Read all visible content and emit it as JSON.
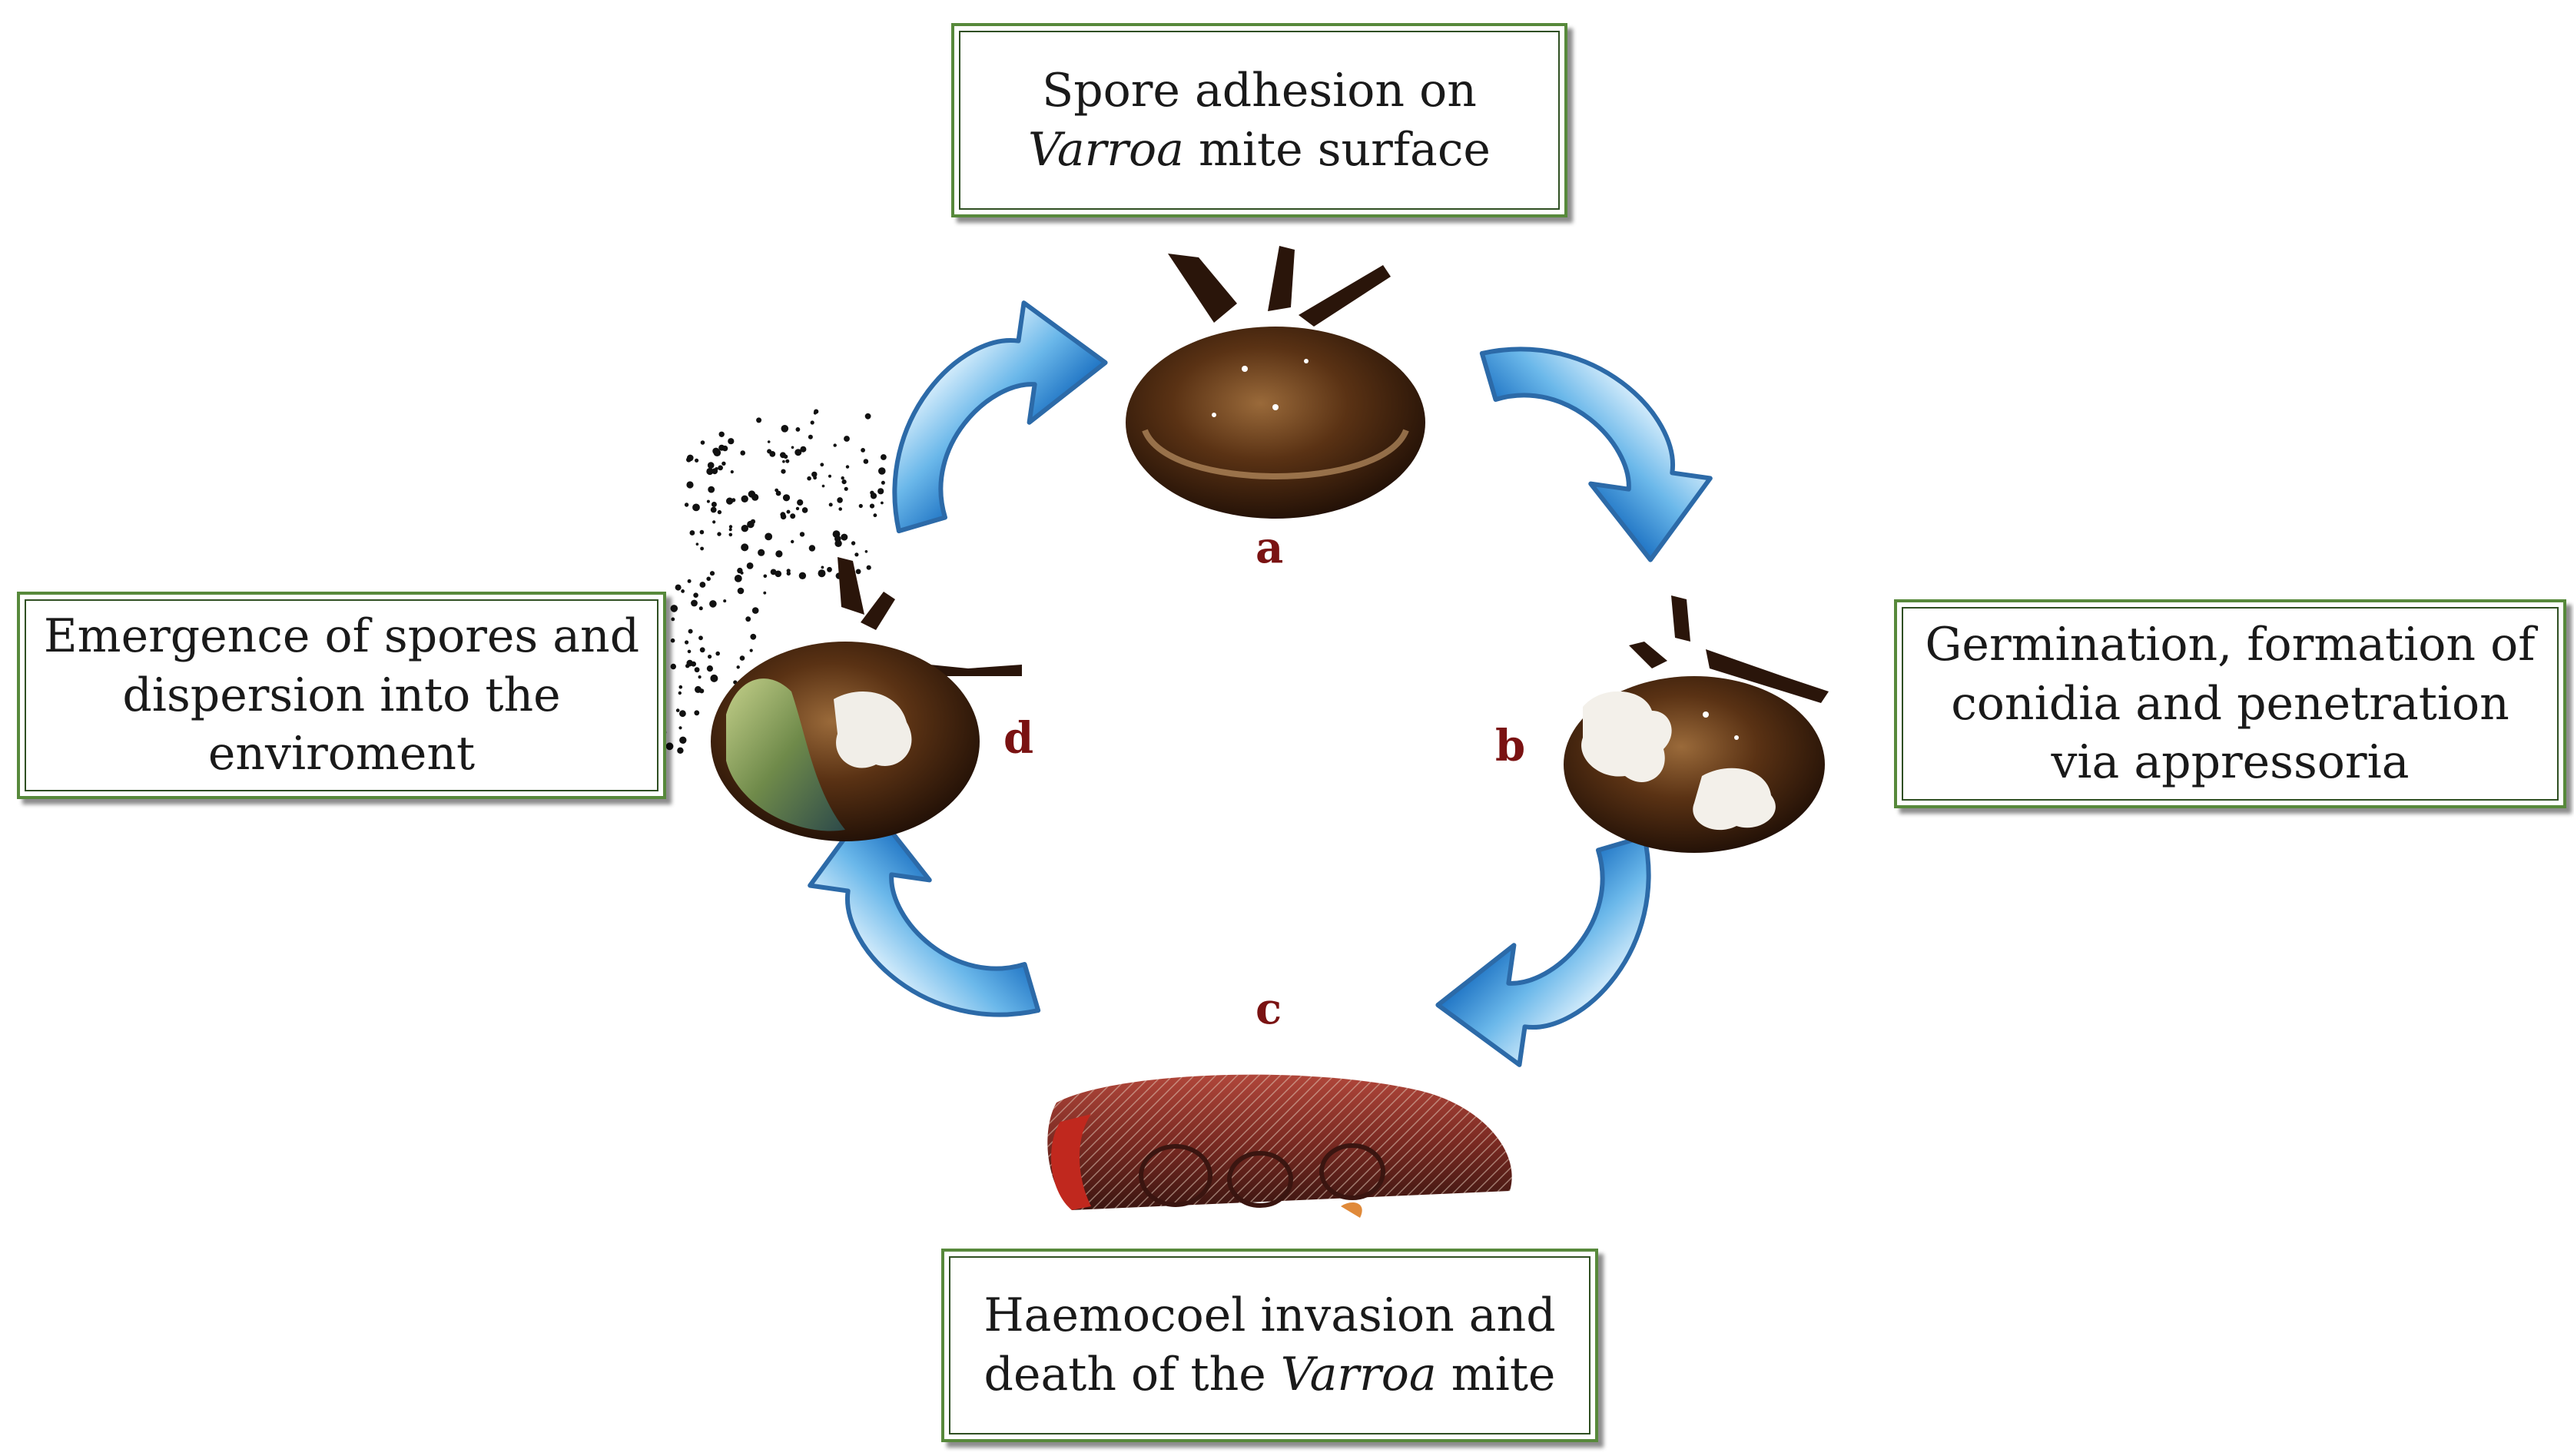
{
  "stages": {
    "a": {
      "label": "a",
      "text_line1": "Spore adhesion on",
      "text_line2_italic": "Varroa",
      "text_line2_rest": " mite surface"
    },
    "b": {
      "label": "b",
      "text_line1": "Germination, formation of",
      "text_line2": "conidia and penetration",
      "text_line3": "via appressoria"
    },
    "c": {
      "label": "c",
      "text_line1": "Haemocoel invasion and",
      "text_line2_pre": "death of the ",
      "text_line2_italic": "Varroa",
      "text_line2_rest": " mite"
    },
    "d": {
      "label": "d",
      "text_line1": "Emergence of spores and",
      "text_line2": "dispersion into the",
      "text_line3": "enviroment"
    }
  },
  "colors": {
    "box_border": "#57893b",
    "arrow_light": "#d4ecfb",
    "arrow_mid": "#6bb8ea",
    "arrow_dark": "#1f74c4",
    "stage_label": "#7a1212",
    "mite_body": "#5a3214"
  }
}
